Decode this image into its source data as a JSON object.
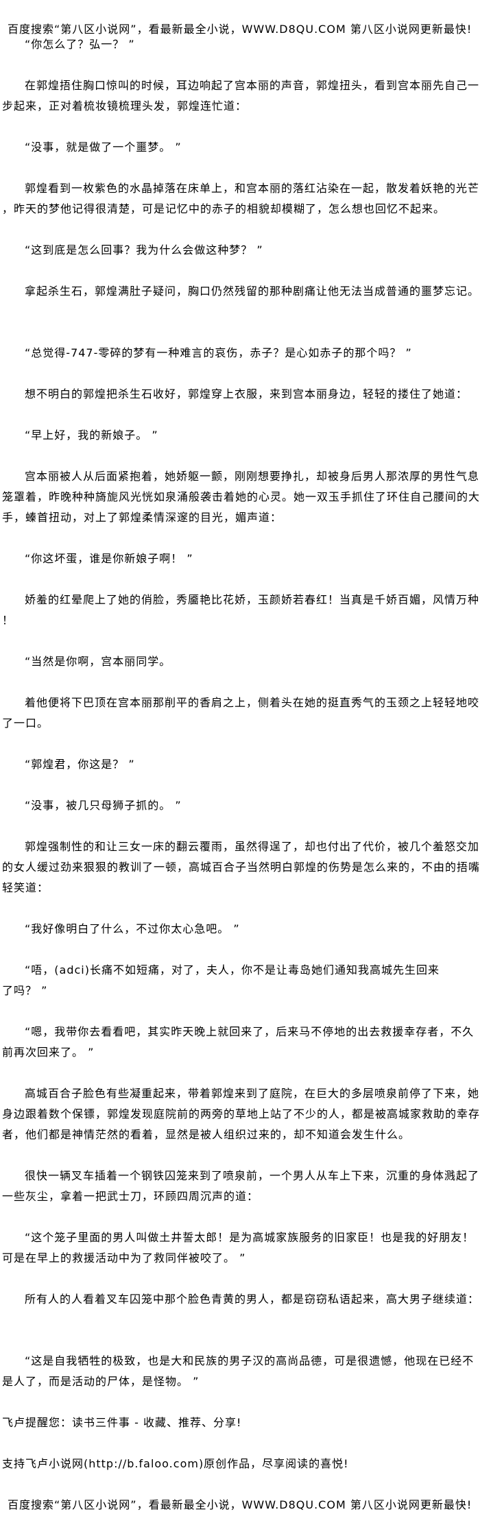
{
  "banner": "百度搜索“第八区小说网”，看最新最全小说，WWW.D8QU.COM  第八区小说网更新最快!",
  "paragraphs": [
    {
      "lines": [
        "“你怎么了？弘一？ ”"
      ]
    },
    {
      "lines": [
        "在郭煌捂住胸口惊叫的时候，耳边响起了宫本丽的声音，郭煌扭头，看到宫本丽先自己一",
        "步起来，正对着梳妆镜梳理头发，郭煌连忙道："
      ]
    },
    {
      "lines": [
        "“没事，就是做了一个噩梦。 ”"
      ]
    },
    {
      "lines": [
        "郭煌看到一枚紫色的水晶掉落在床单上，和宫本丽的落红沾染在一起，散发着妖艳的光芒",
        "，昨天的梦他记得很清楚，可是记忆中的赤子的相貌却模糊了，怎么想也回忆不起来。"
      ]
    },
    {
      "lines": [
        "“这到底是怎么回事？我为什么会做这种梦？ ”"
      ]
    },
    {
      "lines": [
        "拿起杀生石，郭煌满肚子疑问，胸口仍然残留的那种剧痛让他无法当成普通的噩梦忘记。"
      ]
    },
    {
      "lines": [
        "“总觉得-747-零碎的梦有一种难言的哀伤，赤子？是心如赤子的那个吗？ ”"
      ]
    },
    {
      "lines": [
        "想不明白的郭煌把杀生石收好，郭煌穿上衣服，来到宫本丽身边，轻轻的搂住了她道："
      ]
    },
    {
      "lines": [
        "“早上好，我的新娘子。 ”"
      ]
    },
    {
      "lines": [
        "宫本丽被人从后面紧抱着，她娇躯一颤，刚刚想要挣扎，却被身后男人那浓厚的男性气息",
        "笼罩着，昨晚种种旖旎风光恍如泉涌般袭击着她的心灵。她一双玉手抓住了环住自己腰间的大",
        "手，螓首扭动，对上了郭煌柔情深邃的目光，媚声道："
      ]
    },
    {
      "lines": [
        "“你这坏蛋，谁是你新娘子啊！ ”"
      ]
    },
    {
      "lines": [
        "娇羞的红晕爬上了她的俏脸，秀靥艳比花娇，玉颜娇若春红！当真是千娇百媚，风情万种",
        "！"
      ]
    },
    {
      "lines": [
        "“当然是你啊，宫本丽同学。"
      ]
    },
    {
      "lines": [
        "着他便将下巴顶在宫本丽那削平的香肩之上，侧着头在她的挺直秀气的玉颈之上轻轻地咬",
        "了一口。"
      ]
    },
    {
      "lines": [
        "“郭煌君，你这是？ ”"
      ]
    },
    {
      "lines": [
        "“没事，被几只母狮子抓的。 ”"
      ]
    },
    {
      "lines": [
        "郭煌强制性的和让三女一床的翻云覆雨，虽然得逞了，却也付出了代价，被几个羞怒交加",
        "的女人缓过劲来狠狠的教训了一顿，高城百合子当然明白郭煌的伤势是怎么来的，不由的捂嘴",
        "轻笑道："
      ]
    },
    {
      "lines": [
        "“我好像明白了什么，不过你太心急吧。 ”"
      ]
    },
    {
      "lines": [
        "“唔，(adci)长痛不如短痛，对了，夫人，你不是让毒岛她们通知我高城先生回来",
        "了吗？ ”"
      ]
    },
    {
      "lines": [
        "“嗯，我带你去看看吧，其实昨天晚上就回来了，后来马不停地的出去救援幸存者，不久",
        "前再次回来了。 ”"
      ]
    },
    {
      "lines": [
        "高城百合子脸色有些凝重起来，带着郭煌来到了庭院，在巨大的多层喷泉前停了下来，她",
        "身边跟着数个保镖，郭煌发现庭院前的两旁的草地上站了不少的人，都是被高城家救助的幸存",
        "者，他们都是神情茫然的看着，显然是被人组织过来的，却不知道会发生什么。"
      ]
    },
    {
      "lines": [
        "很快一辆叉车插着一个钢铁囚笼来到了喷泉前，一个男人从车上下来，沉重的身体溅起了",
        "一些灰尘，拿着一把武士刀，环顾四周沉声的道："
      ]
    },
    {
      "lines": [
        "“这个笼子里面的男人叫做土井誓太郎！是为高城家族服务的旧家臣！也是我的好朋友！",
        "可是在早上的救援活动中为了救同伴被咬了。 ”"
      ]
    },
    {
      "lines": [
        "所有人的人看着叉车囚笼中那个脸色青黄的男人，都是窃窃私语起来，高大男子继续道："
      ]
    },
    {
      "lines": [
        "“这是自我牺牲的极致，也是大和民族的男子汉的高尚品德，可是很遗憾，他现在已经不",
        "是人了，而是活动的尸体，是怪物。 ”"
      ]
    }
  ],
  "footer": {
    "reminder": "飞卢提醒您：读书三件事 - 收藏、推荐、分享!",
    "support": "支持飞卢小说网(http://b.faloo.com)原创作品，尽享阅读的喜悦!",
    "banner": "百度搜索“第八区小说网”，看最新最全小说，WWW.D8QU.COM  第八区小说网更新最快!"
  }
}
